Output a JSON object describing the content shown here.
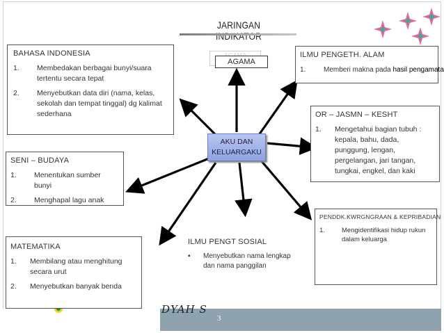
{
  "title": "JARINGAN INDIKATOR",
  "center": {
    "line1": "AKU DAN",
    "line2": "KELUARGAKU"
  },
  "agama": {
    "shadow_label": "AGAMA",
    "label": "AGAMA"
  },
  "bahasa": {
    "title": "BAHASA INDONESIA",
    "items": [
      {
        "num": "1.",
        "text": "Membedakan berbagai bunyi/suara tertentu secara tepat"
      },
      {
        "num": "2.",
        "text": "Menyebutkan data diri (nama, kelas, sekolah dan tempat tinggal) dg kalimat sederhana"
      }
    ]
  },
  "ipa": {
    "title": "ILMU PENGETH. ALAM",
    "items": [
      {
        "num": "1.",
        "text_a": "Memberi makna pada ",
        "text_b": "hasil pengamatan"
      }
    ]
  },
  "or": {
    "title": "OR – JASMN – KESHT",
    "items": [
      {
        "num": "1.",
        "text": "Mengetahui bagian tubuh : kepala, bahu, dada, punggung, lengan, pergelangan, jari tangan, tungkai, engkel, dan kaki"
      }
    ]
  },
  "seni": {
    "title": "SENI – BUDAYA",
    "items": [
      {
        "num": "1.",
        "text": "Menentukan sumber bunyi"
      },
      {
        "num": "2.",
        "text": "Menghapal lagu anak"
      }
    ]
  },
  "pkn": {
    "title": "PENDDK.KWRGNGRAAN  & KEPRIBADIAN",
    "items": [
      {
        "num": "1.",
        "text": "Mengidentifikasi hidup rukun dalam keluarga"
      }
    ]
  },
  "ips": {
    "title": "ILMU PENGT SOSIAL",
    "items": [
      {
        "num": "▪",
        "text": "Menyebutkan nama lengkap dan nama panggilan"
      }
    ]
  },
  "mtk": {
    "title": "MATEMATIKA",
    "items": [
      {
        "num": "1.",
        "text": "Membilang atau menghitung secara urut"
      },
      {
        "num": "2.",
        "text": "Menyebutkan banyak benda"
      }
    ]
  },
  "footer": {
    "name": "DYAH S",
    "page": "3"
  },
  "colors": {
    "center_fill": "#9fb1ea",
    "footer_band": "#8fa3ae",
    "star": "#e06a9a",
    "star_center": "#3ba7a0"
  }
}
